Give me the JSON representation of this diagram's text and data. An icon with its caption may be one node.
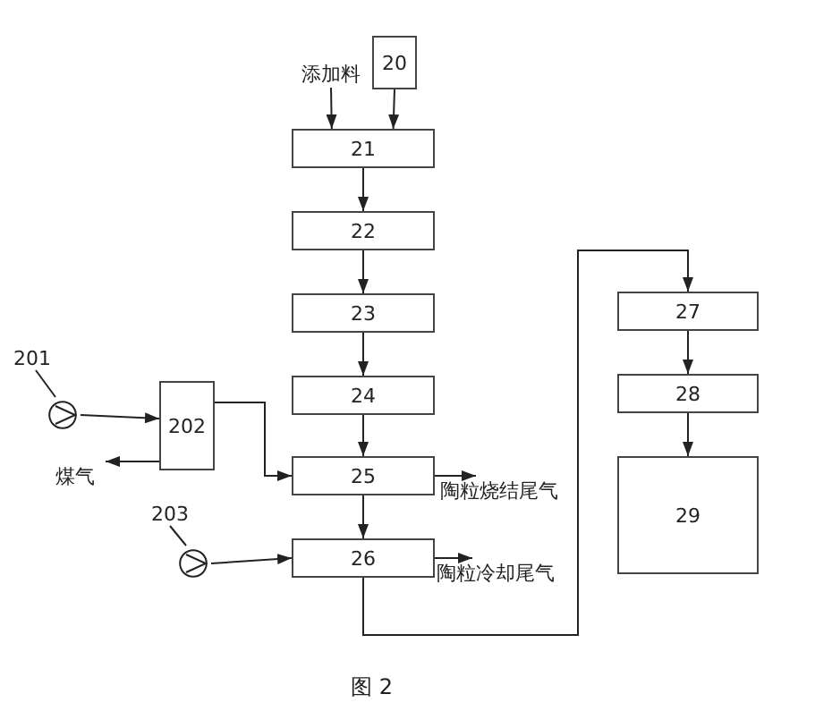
{
  "diagram": {
    "caption": "图 2",
    "nodes": [
      {
        "text": [
          "添加料"
        ]
      },
      {
        "text": [
          "20"
        ]
      },
      {
        "text": [
          "21"
        ]
      },
      {
        "text": [
          "22"
        ]
      },
      {
        "text": [
          "23"
        ]
      },
      {
        "text": [
          "24"
        ]
      },
      {
        "text": [
          "25"
        ]
      },
      {
        "text": [
          "26"
        ]
      },
      {
        "text": [
          "27"
        ]
      },
      {
        "text": [
          "28"
        ]
      },
      {
        "text": [
          "29"
        ]
      },
      {
        "text": [
          "201"
        ]
      },
      {
        "text": [],
        "shape": "circle"
      },
      {
        "text": [
          "202"
        ]
      },
      {
        "text": [
          "煤气"
        ]
      },
      {
        "text": [
          "203"
        ]
      },
      {
        "text": [],
        "shape": "circle"
      },
      {
        "text": [
          "陶粒烧结尾气"
        ]
      },
      {
        "text": [
          "陶粒冷却尾气"
        ]
      }
    ],
    "edges": [
      {
        "from": 0,
        "to": 2,
        "arrow": "to"
      },
      {
        "from": 1,
        "to": 2,
        "arrow": "to"
      },
      {
        "from": 2,
        "to": 3,
        "arrow": "to"
      },
      {
        "from": 3,
        "to": 4,
        "arrow": "to"
      },
      {
        "from": 4,
        "to": 5,
        "arrow": "to"
      },
      {
        "from": 5,
        "to": 6,
        "arrow": "to"
      },
      {
        "from": 6,
        "to": 7,
        "arrow": "to"
      },
      {
        "from": 7,
        "to": 8,
        "arrow": "to"
      },
      {
        "from": 8,
        "to": 9,
        "arrow": "to"
      },
      {
        "from": 9,
        "to": 10,
        "arrow": "to"
      },
      {
        "from": 11,
        "to": 12,
        "arrow": "none"
      },
      {
        "from": 12,
        "to": 13,
        "arrow": "to"
      },
      {
        "from": 13,
        "to": 14,
        "arrow": "to"
      },
      {
        "from": 13,
        "to": 6,
        "arrow": "to"
      },
      {
        "from": 15,
        "to": 16,
        "arrow": "none"
      },
      {
        "from": 16,
        "to": 7,
        "arrow": "to"
      },
      {
        "from": 6,
        "to": 17,
        "arrow": "to"
      },
      {
        "from": 7,
        "to": 18,
        "arrow": "to"
      }
    ]
  }
}
